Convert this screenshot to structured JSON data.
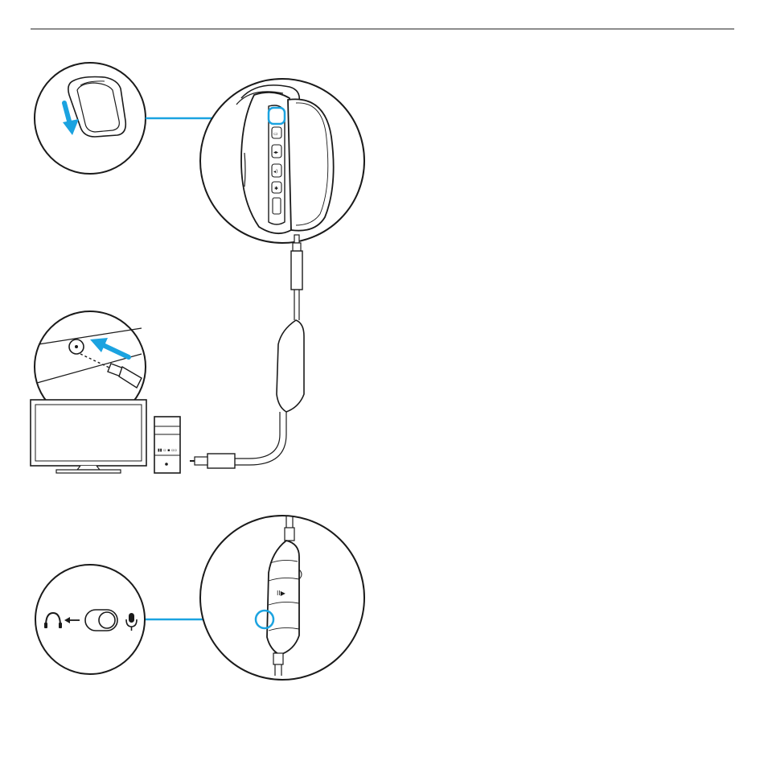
{
  "colors": {
    "line": "#1a1a1a",
    "accent": "#1ba3e0",
    "cable": "#ffffff"
  },
  "icons": {
    "top_rule": "horizontal-rule",
    "step1_detail": "headset-ear-cup-with-magnet-cover",
    "step1_callout": "magnetic-cover-removal",
    "step2_detail": "audio-jack-port-insertion",
    "step2_device": "desktop-monitor-and-tower",
    "step3_detail": "inline-cable-remote",
    "step3_callout": "mic-mute-switch"
  },
  "labels": {
    "remote_play_pause": "II▶"
  }
}
